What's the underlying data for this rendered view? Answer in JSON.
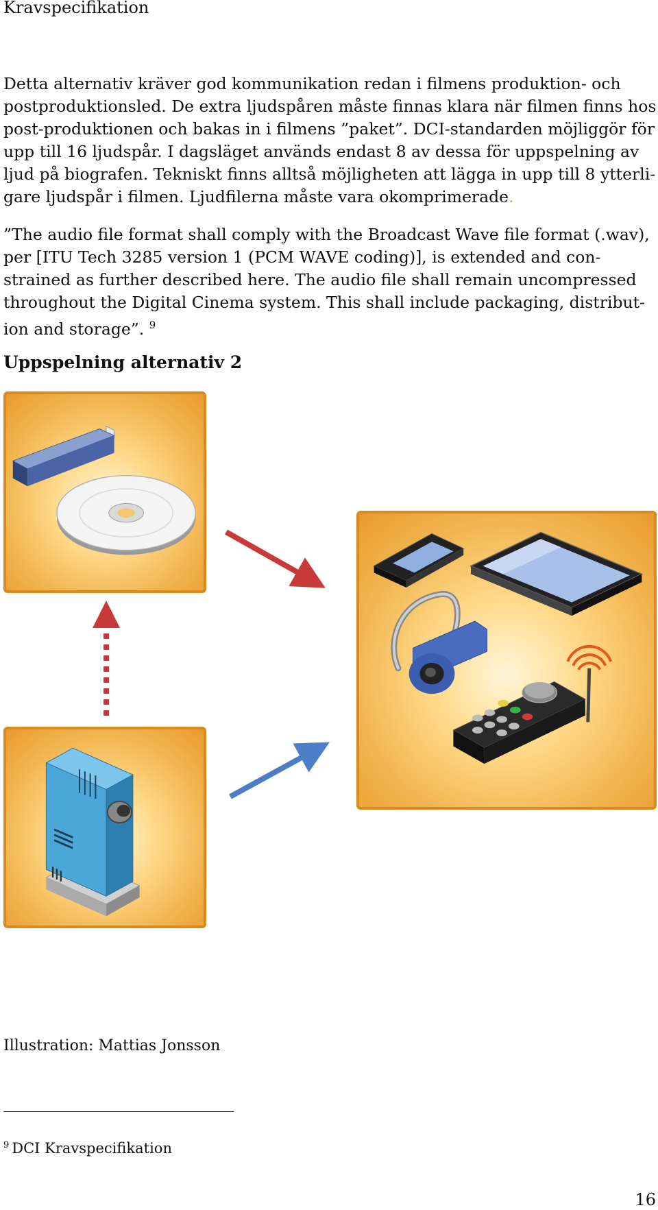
{
  "header": {
    "title": "Kravspecifikation"
  },
  "paragraph1": {
    "lines": [
      "Detta alternativ kräver god kommunikation redan i filmens produktion- och",
      "postproduktionsled. De extra ljudspåren måste finnas klara när filmen finns hos",
      "post-produktionen och bakas in i filmens ”paket”. DCI-standarden möjliggör för",
      "upp till 16 ljudspår. I dagsläget används endast 8 av dessa för uppspelning av",
      "ljud på biografen. Tekniskt finns alltså möjligheten att lägga in upp till 8 ytterli-",
      "gare ljudspår i filmen. Ljudfilerna måste vara okomprimerade"
    ],
    "end_mark": "."
  },
  "paragraph2": {
    "lines": [
      "”The audio file format shall comply with the Broadcast Wave file format (.wav),",
      "per [ITU Tech 3285 version 1 (PCM WAVE coding)], is extended and con-",
      "strained as further described here. The audio file shall remain uncompressed",
      "throughout the Digital Cinema system. This shall include packaging, distribut-",
      "ion and storage”."
    ],
    "footnote_ref": "9"
  },
  "section": {
    "heading": "Uppspelning alternativ 2"
  },
  "illustration": {
    "panels": [
      "usb-stick-and-disc",
      "personal-devices",
      "cinema-server"
    ],
    "colors": {
      "panel_border": "#d98a1e",
      "panel_fill": "#f2b54f",
      "red_arrow": "#c83a3a",
      "blue_arrow": "#4a7fc8"
    }
  },
  "caption": {
    "text": "Illustration: Mattias Jonsson"
  },
  "footnote": {
    "mark": "9",
    "text": "DCI Kravspecifikation"
  },
  "page": {
    "number": "16"
  }
}
